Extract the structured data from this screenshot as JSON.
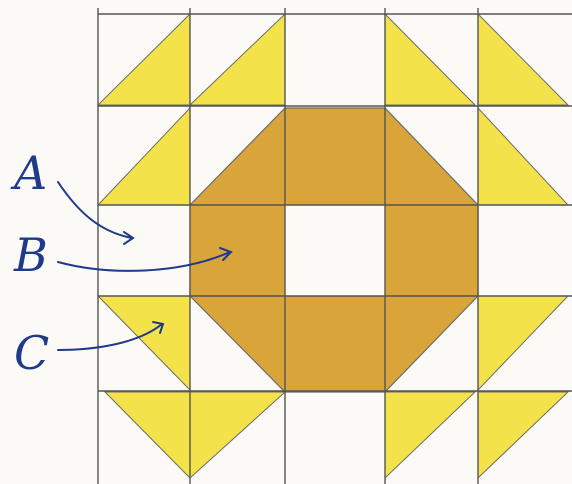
{
  "diagram": {
    "labels": [
      {
        "id": "label-a",
        "text": "A"
      },
      {
        "id": "label-b",
        "text": "B"
      },
      {
        "id": "label-c",
        "text": "C"
      }
    ],
    "colors": {
      "paper": "#fbfaf6",
      "yellow_triangle": "#f4e24a",
      "octagon_fill": "#d9a53a",
      "center_square": "#fbfaf6",
      "grid_line": "#555555",
      "pen_ink": "#1f3a8a"
    },
    "pattern": {
      "grid_cols": 5,
      "grid_rows": 5,
      "cell_types": [
        [
          "triangle",
          "triangle",
          "blank",
          "triangle",
          "triangle"
        ],
        [
          "triangle",
          "octagon_corner",
          "octagon_edge",
          "octagon_corner",
          "triangle"
        ],
        [
          "blank",
          "octagon_edge",
          "center",
          "octagon_edge",
          "blank"
        ],
        [
          "triangle",
          "octagon_corner",
          "octagon_edge",
          "octagon_corner",
          "triangle"
        ],
        [
          "triangle",
          "triangle",
          "blank",
          "triangle",
          "triangle"
        ]
      ]
    }
  }
}
